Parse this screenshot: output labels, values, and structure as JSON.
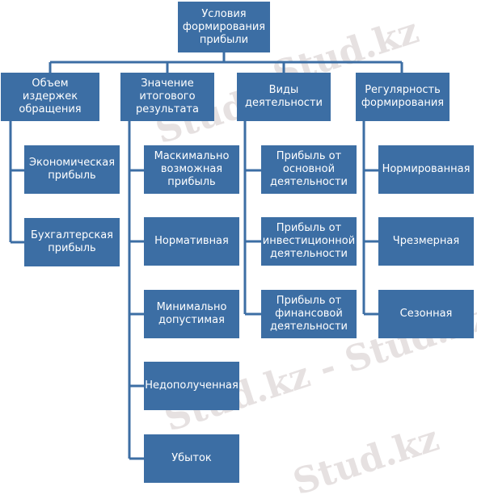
{
  "watermark": "Stud.kz",
  "watermark_long": "Stud.kz - Stud.kz",
  "root": "Условия\nформирования\nприбыли",
  "categories": [
    {
      "label": "Объем издержек\nобращения",
      "items": [
        "Экономическая\nприбыль",
        "Бухгалтерская\nприбыль"
      ]
    },
    {
      "label": "Значение\nитогового\nрезультата",
      "items": [
        "Маскимально\nвозможная\nприбыль",
        "Нормативная",
        "Минимально\nдопустимая",
        "Недополученная",
        "Убыток"
      ]
    },
    {
      "label": "Виды\nдеятельности",
      "items": [
        "Прибыль от\nосновной\nдеятельности",
        "Прибыль от\nинвестиционной\nдеятельности",
        "Прибыль от\nфинансовой\nдеятельности"
      ]
    },
    {
      "label": "Регулярность\nформирования",
      "items": [
        "Нормированная",
        "Чрезмерная",
        "Сезонная"
      ]
    }
  ],
  "colors": {
    "box": "#3c6ea4",
    "connector": "#3c6ea4",
    "text": "#ffffff"
  }
}
